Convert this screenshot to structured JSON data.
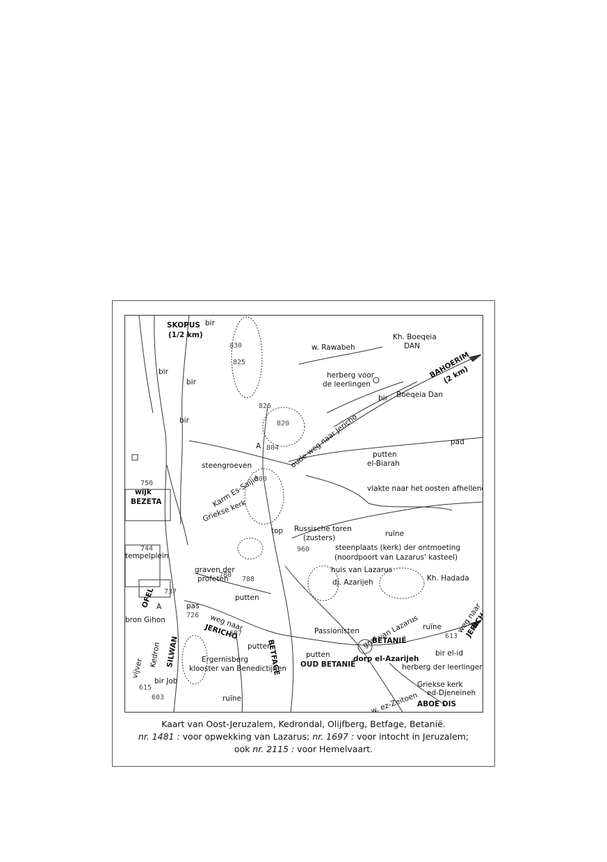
{
  "labels": {
    "skopus": "SKOPUS",
    "skopus_dist": "(1/2 km)",
    "bir": "bir",
    "w_rawabeh": "w. Rawabeh",
    "kh_boeqeia": "Kh. Boeqeia",
    "dan": "DAN",
    "bahoerim": "BAHOERIM",
    "bahoerim_dist": "(2 km)",
    "herberg_voor": "herberg voor",
    "de_leerlingen": "de leerlingen",
    "boeqeia_dan": "Boeqeia Dan",
    "oude_weg": "oude weg naar Jericho",
    "a": "A",
    "pad": "pad",
    "putten": "putten",
    "el_biarah": "el-Biarah",
    "steengroeven": "steengroeven",
    "karm": "Karm Es-Saijid",
    "griekse_kerk": "Griekse kerk",
    "wijk": "wijk",
    "bezeta": "BEZETA",
    "vlakte": "vlakte naar het oosten afhellend",
    "top": "top",
    "russische": "Russische toren",
    "zusters": "(zusters)",
    "ruine": "ruïne",
    "tempelplein": "tempelplein",
    "steenplaats": "steenplaats (kerk) der ontmoeting",
    "noordpoort": "(noordpoort van Lazarus' kasteel)",
    "graven": "graven der",
    "profeten": "profeten",
    "huis_lazarus": "huis van Lazarus",
    "dj_azarijeh": "dj. Azarijeh",
    "kh_hadada": "Kh. Hadada",
    "ofel": "OFEL",
    "pas": "pas",
    "weg_naar": "weg naar",
    "jericho": "JERICHO",
    "bron_gihon": "bron Gihon",
    "graf_lazarus": "graf van Lazarus",
    "passionisten": "Passionisten",
    "kedron": "Kedron",
    "silwan": "SILWAN",
    "betfage": "BETFAGE",
    "betanie": "BETANIË",
    "vijver": "vijver",
    "ergernisberg": "Ergernisberg",
    "klooster": "klooster van Benedictijnen",
    "oud_betanie": "OUD BETANIË",
    "dorp": "dorp el-Azarijeh",
    "bir_el_id": "bir el-id",
    "herberg_der": "herberg der leerlingen",
    "bir_job": "bir Job",
    "griekse_kerk2": "Griekse kerk",
    "ed_djeneineh": "ed-Djeneineh",
    "w_ez_zeitoen": "w. ez-Zeitoen",
    "aboe_dis": "ABOE DIS"
  },
  "heights": [
    "830",
    "825",
    "826",
    "820",
    "804",
    "800",
    "750",
    "744",
    "780",
    "788",
    "960",
    "737",
    "726",
    "687",
    "615",
    "603",
    "613"
  ],
  "caption": {
    "line1": "Kaart van Oost-Jeruzalem, Kedrondal, Olijfberg, Betfage, Betanië.",
    "ref1": "nr. 1481 :",
    "text1": " voor opwekking van Lazarus; ",
    "ref2": "nr. 1697 :",
    "text2": " voor intocht in Jeruzalem;",
    "pre3": "ook ",
    "ref3": "nr. 2115 :",
    "text3": " voor Hemelvaart."
  }
}
